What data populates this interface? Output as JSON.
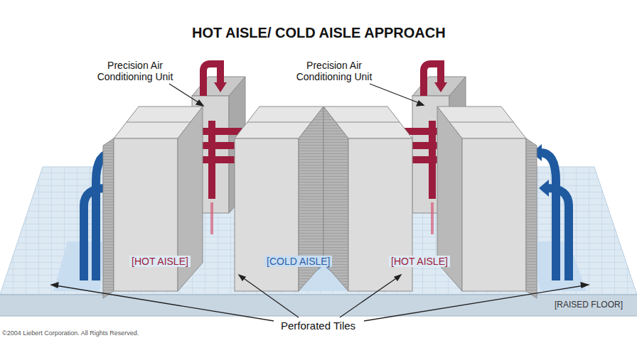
{
  "diagram": {
    "title": "HOT AISLE/ COLD AISLE APPROACH",
    "labels": [
      "Precision Air Conditioning Unit",
      "Precision Air Conditioning Unit",
      "[HOT AISLE]",
      "[COLD AISLE]",
      "[HOT AISLE]",
      "Perforated Tiles",
      "[RAISED FLOOR]",
      "©2004 Liebert Corporation. All Rights Reserved."
    ]
  }
}
